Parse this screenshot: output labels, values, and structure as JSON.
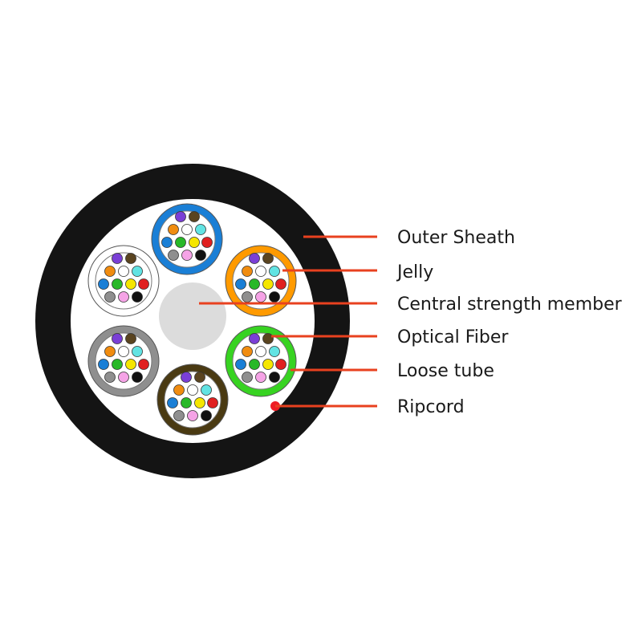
{
  "labels": {
    "outer_sheath": "Outer Sheath",
    "jelly": "Jelly",
    "central_strength_member": "Central strength member",
    "optical_fiber": "Optical Fiber",
    "loose_tube": "Loose tube",
    "ripcord": "Ripcord"
  },
  "colors": {
    "sheath": "#141414",
    "jelly": "#ffffff",
    "central_member": "#dcdcdc",
    "leader_line": "#e8411f",
    "ripcord": "#ee1c24"
  },
  "tube_colors": {
    "blue": "#1a7fd6",
    "orange": "#ff9a00",
    "green": "#37d321",
    "brown": "#4a3a12",
    "gray": "#8f8f8f",
    "white": "#ffffff"
  },
  "fiber_colors": [
    "#7a3fd6",
    "#5a4420",
    "#f08c10",
    "#ffffff",
    "#62e3e3",
    "#1a7fd6",
    "#28b828",
    "#f5e600",
    "#e02020",
    "#8f8f8f",
    "#f5a3e6",
    "#111111"
  ]
}
